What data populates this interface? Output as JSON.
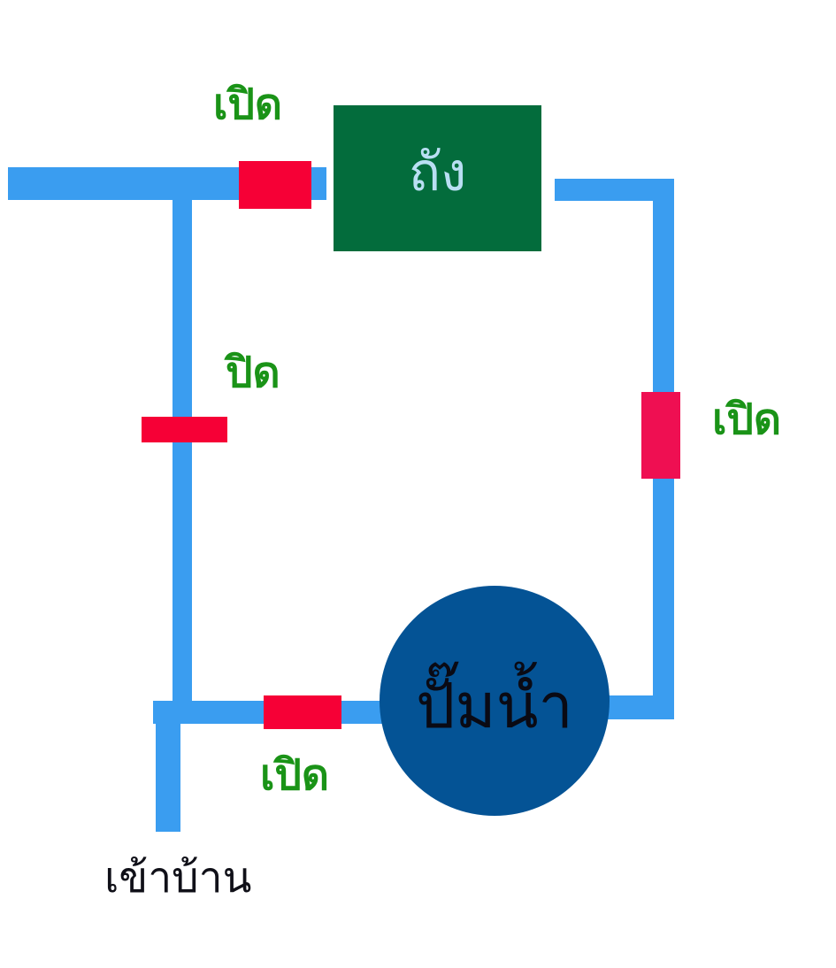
{
  "tank": {
    "label": "ถัง"
  },
  "pump": {
    "label": "ปั๊มน้ำ"
  },
  "house": {
    "label": "เข้าบ้าน"
  },
  "valves": {
    "top": {
      "label": "เปิด"
    },
    "left": {
      "label": "ปิด"
    },
    "right": {
      "label": "เปิด"
    },
    "bottom": {
      "label": "เปิด"
    }
  },
  "colors": {
    "pipe": "#3a9df0",
    "valve": "#f60036",
    "tank": "#036c3c",
    "pump": "#045395",
    "status_text": "#1a9317"
  }
}
